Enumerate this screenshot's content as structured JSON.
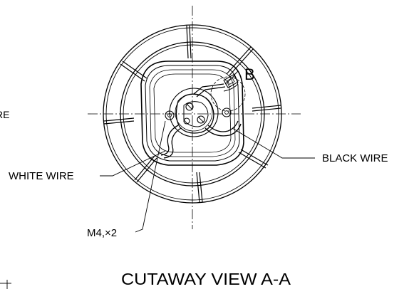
{
  "labels": {
    "partial_left": "RE",
    "detail_marker": "B",
    "black_wire": "BLACK WIRE",
    "white_wire": "WHITE WIRE",
    "screws": "M4,×2",
    "view_title": "CUTAWAY VIEW  A-A"
  },
  "colors": {
    "line": "#000000",
    "background": "#ffffff"
  }
}
